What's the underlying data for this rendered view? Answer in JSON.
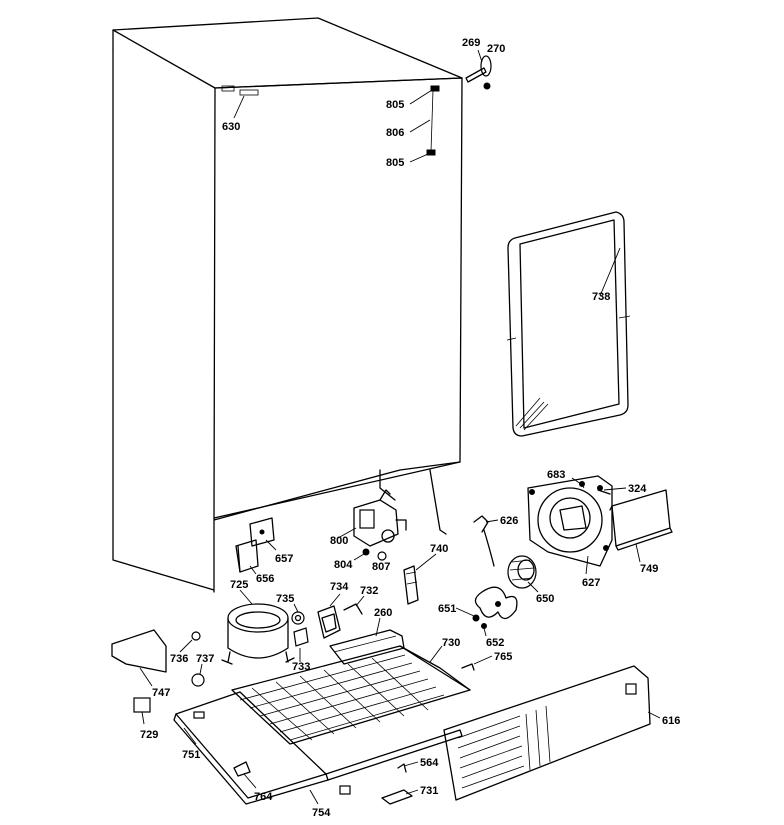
{
  "labels": {
    "p269": "269",
    "p270": "270",
    "p630": "630",
    "p805a": "805",
    "p806": "806",
    "p805b": "805",
    "p738": "738",
    "p683": "683",
    "p324": "324",
    "p626": "626",
    "p800": "800",
    "p657": "657",
    "p656": "656",
    "p725": "725",
    "p804": "804",
    "p807": "807",
    "p740": "740",
    "p734": "734",
    "p732": "732",
    "p735": "735",
    "p260": "260",
    "p650": "650",
    "p627": "627",
    "p749": "749",
    "p651": "651",
    "p652": "652",
    "p730": "730",
    "p736": "736",
    "p737": "737",
    "p733": "733",
    "p765": "765",
    "p747": "747",
    "p729": "729",
    "p751": "751",
    "p616": "616",
    "p564": "564",
    "p764": "764",
    "p731": "731",
    "p754": "754"
  }
}
